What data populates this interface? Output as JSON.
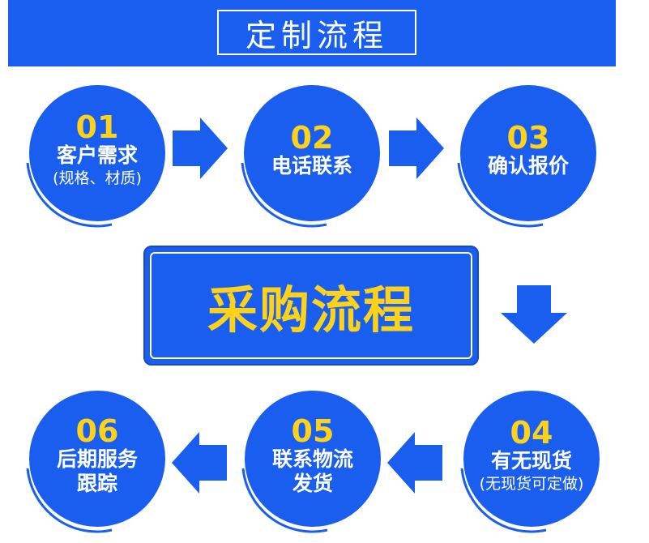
{
  "banner": {
    "title": "定制流程"
  },
  "center": {
    "title": "采购流程"
  },
  "colors": {
    "blue": "#1a5ef0",
    "yellow": "#ffd21a",
    "white": "#ffffff"
  },
  "steps": [
    {
      "num": "01",
      "title": "客户需求",
      "sub": "(规格、材质)"
    },
    {
      "num": "02",
      "title": "电话联系",
      "sub": ""
    },
    {
      "num": "03",
      "title": "确认报价",
      "sub": ""
    },
    {
      "num": "04",
      "title": "有无现货",
      "sub": "(无现货可定做)"
    },
    {
      "num": "05",
      "title": "联系物流",
      "title2": "发货",
      "sub": ""
    },
    {
      "num": "06",
      "title": "后期服务",
      "title2": "跟踪",
      "sub": ""
    }
  ]
}
